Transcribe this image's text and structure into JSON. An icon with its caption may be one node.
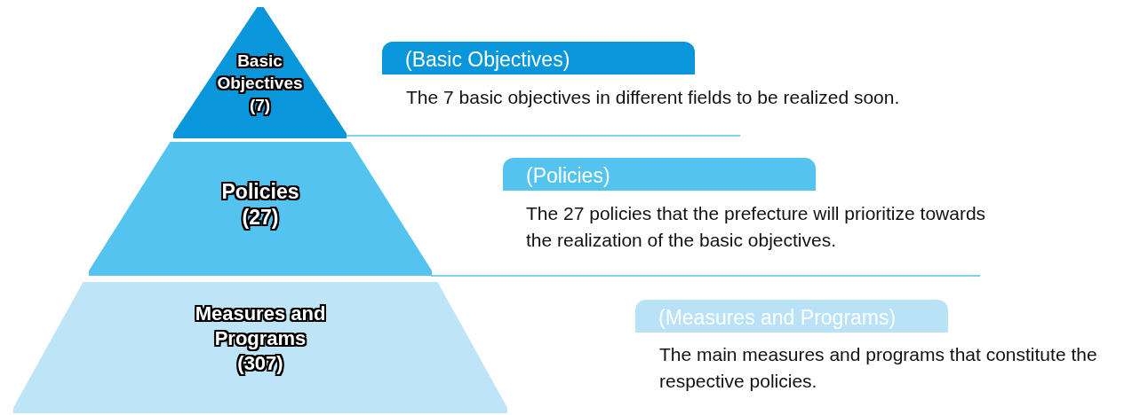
{
  "diagram": {
    "nodes": [
      {
        "text": [
          "Basic Objectives (7)"
        ]
      },
      {
        "text": [
          "Policies (27)"
        ]
      },
      {
        "text": [
          "Measures and Programs (307)"
        ]
      },
      {
        "text": [
          "(Basic Objectives)",
          "The 7 basic objectives in different fields to be realized soon."
        ]
      },
      {
        "text": [
          "(Policies)",
          "The 27 policies that the prefecture will prioritize towards the realization of the basic objectives."
        ]
      },
      {
        "text": [
          "(Measures and Programs)",
          "The main measures and programs that constitute the respective policies."
        ]
      }
    ]
  }
}
